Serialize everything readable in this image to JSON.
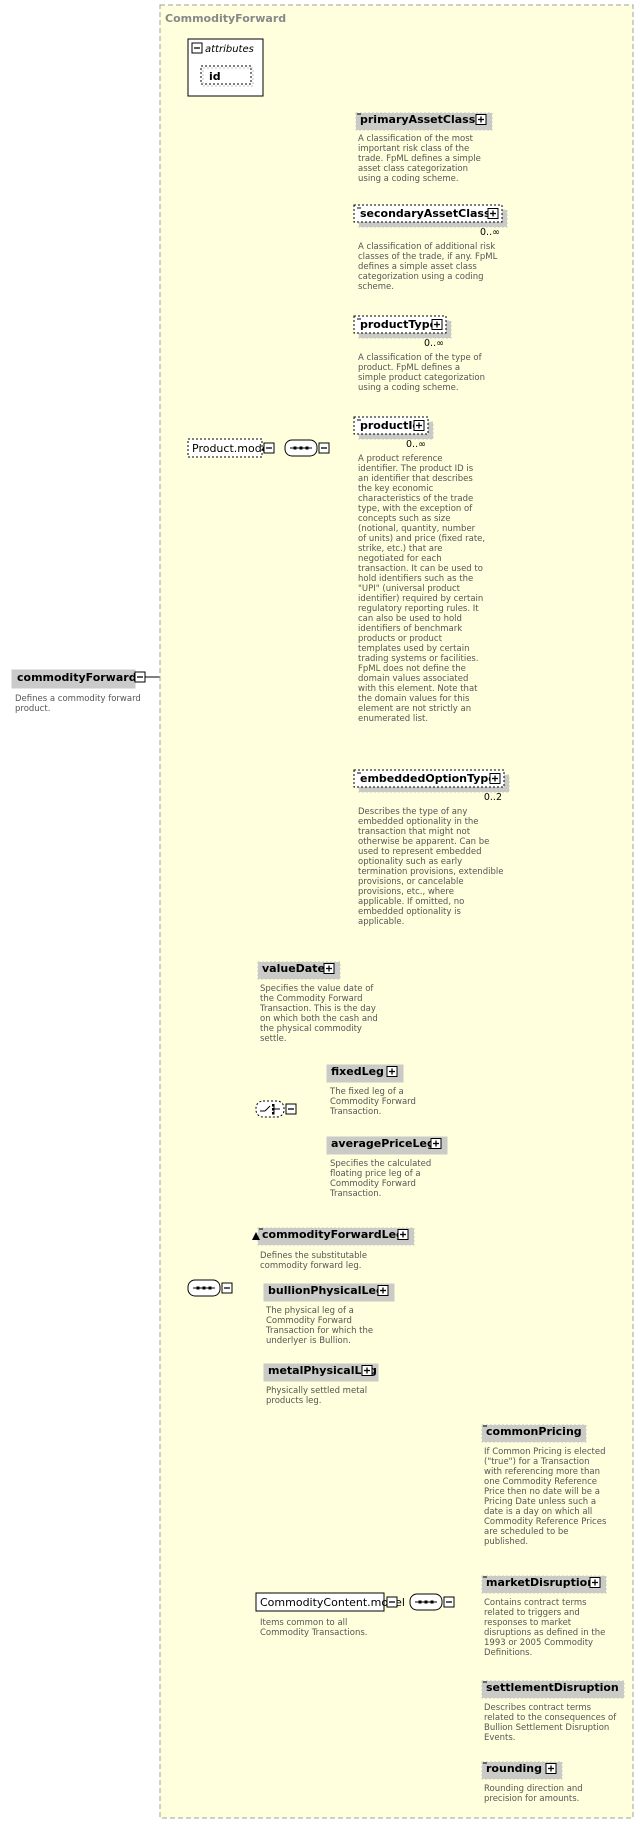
{
  "group": {
    "title": "CommodityForward"
  },
  "attributes": {
    "title": "attributes",
    "items": [
      "id"
    ]
  },
  "root": {
    "name": "commodityForward",
    "doc": [
      "Defines a commodity forward",
      "product."
    ]
  },
  "product_model": {
    "name": "Product.model",
    "elements": [
      {
        "name": "primaryAssetClass",
        "card": "",
        "doc": [
          "A classification of the most",
          "important risk class of the",
          "trade. FpML defines a simple",
          "asset class categorization",
          "using a coding scheme."
        ]
      },
      {
        "name": "secondaryAssetClass",
        "card": "0..∞",
        "doc": [
          "A classification of additional risk",
          "classes of the trade, if any. FpML",
          "defines a simple asset class",
          "categorization using a coding",
          "scheme."
        ]
      },
      {
        "name": "productType",
        "card": "0..∞",
        "doc": [
          "A classification of the type of",
          "product. FpML defines a",
          "simple product categorization",
          "using a coding scheme."
        ]
      },
      {
        "name": "productId",
        "card": "0..∞",
        "doc": [
          "A product reference",
          "identifier. The product ID is",
          "an identifier that describes",
          "the key economic",
          "characteristics of the trade",
          "type, with the exception of",
          "concepts such as size",
          "(notional, quantity, number",
          "of units) and price (fixed rate,",
          "strike, etc.) that are",
          "negotiated for each",
          "transaction. It can be used to",
          "hold identifiers such as the",
          "\"UPI\" (universal product",
          "identifier) required by certain",
          "regulatory reporting rules. It",
          "can also be used to hold",
          "identifiers of benchmark",
          "products or product",
          "templates used by certain",
          "trading systems or facilities.",
          "FpML does not define the",
          "domain values associated",
          "with this element. Note that",
          "the domain values for this",
          "element are not strictly an",
          "enumerated list."
        ]
      },
      {
        "name": "embeddedOptionType",
        "card": "0..2",
        "doc": [
          "Describes the type of any",
          "embedded optionality in the",
          "transaction that might not",
          "otherwise be apparent. Can be",
          "used to represent embedded",
          "optionality such as early",
          "termination provisions, extendible",
          "provisions, or cancelable",
          "provisions, etc., where",
          "applicable. If omitted, no",
          "embedded optionality is",
          "applicable."
        ]
      }
    ]
  },
  "value_date": {
    "name": "valueDate",
    "doc": [
      "Specifies the value date of",
      "the Commodity Forward",
      "Transaction. This is the day",
      "on which both the cash and",
      "the physical commodity",
      "settle."
    ]
  },
  "legs": [
    {
      "name": "fixedLeg",
      "doc": [
        "The fixed leg of a",
        "Commodity Forward",
        "Transaction."
      ]
    },
    {
      "name": "averagePriceLeg",
      "doc": [
        "Specifies the calculated",
        "floating price leg of a",
        "Commodity Forward",
        "Transaction."
      ]
    }
  ],
  "forward_leg": {
    "name": "commodityForwardLeg",
    "doc": [
      "Defines the substitutable",
      "commodity forward leg."
    ]
  },
  "substitutes": [
    {
      "name": "bullionPhysicalLeg",
      "doc": [
        "The physical leg of a",
        "Commodity Forward",
        "Transaction for which the",
        "underlyer is Bullion."
      ]
    },
    {
      "name": "metalPhysicalLeg",
      "doc": [
        "Physically settled metal",
        "products leg."
      ]
    }
  ],
  "commodity_content": {
    "name": "CommodityContent.model",
    "doc": [
      "Items common to all",
      "Commodity Transactions."
    ],
    "elements": [
      {
        "name": "commonPricing",
        "doc": [
          "If Common Pricing is elected",
          "(\"true\") for a Transaction",
          "with referencing more than",
          "one Commodity Reference",
          "Price then no date will be a",
          "Pricing Date unless such a",
          "date is a day on which all",
          "Commodity Reference Prices",
          "are scheduled to be",
          "published."
        ]
      },
      {
        "name": "marketDisruption",
        "doc": [
          "Contains contract terms",
          "related to triggers and",
          "responses to market",
          "disruptions as defined in the",
          "1993 or 2005 Commodity",
          "Definitions."
        ]
      },
      {
        "name": "settlementDisruption",
        "doc": [
          "Describes contract terms",
          "related to the consequences of",
          "Bullion Settlement Disruption",
          "Events."
        ]
      },
      {
        "name": "rounding",
        "doc": [
          "Rounding direction and",
          "precision for amounts."
        ]
      }
    ]
  },
  "colors": {
    "group_fill": "#ffffdd",
    "group_border": "#a0a0a0",
    "doc_text": "#555555"
  }
}
